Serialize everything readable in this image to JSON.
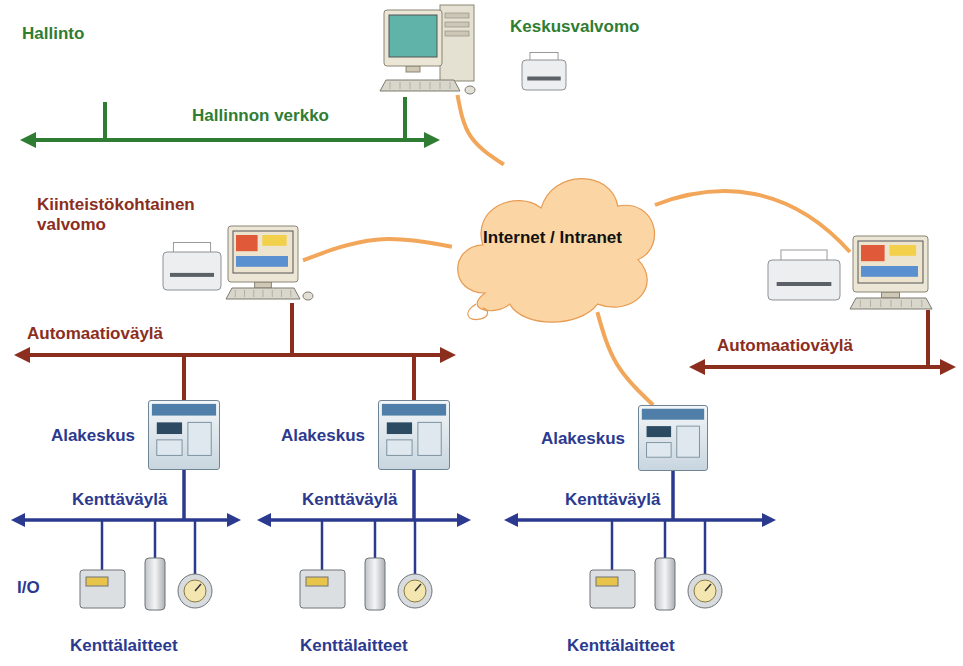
{
  "diagram": {
    "nodes": [
      {
        "text": [
          "Keskusvalvomo"
        ]
      },
      {
        "text": [
          "Internet / Intranet"
        ]
      },
      {
        "text": [
          "Kiinteistökohtainen valvomo"
        ]
      },
      {
        "text": [
          "Alakeskus"
        ]
      },
      {
        "text": [
          "Alakeskus"
        ]
      },
      {
        "text": [
          "Alakeskus"
        ]
      }
    ],
    "edges": [
      {
        "from": 0,
        "to": 1,
        "arrow": "none"
      },
      {
        "from": 2,
        "to": 1,
        "arrow": "none"
      },
      {
        "from": 1,
        "to": 5,
        "arrow": "none"
      },
      {
        "from": 2,
        "to": 3,
        "arrow": "none"
      },
      {
        "from": 2,
        "to": 4,
        "arrow": "none"
      }
    ],
    "labels": [
      "Hallinto",
      "Hallinnon verkko",
      "Automaatioväylä",
      "Automaatioväylä",
      "Kenttäväylä",
      "Kenttäväylä",
      "Kenttäväylä",
      "I/O",
      "Kenttälaitteet",
      "Kenttälaitteet",
      "Kenttälaitteet"
    ]
  }
}
